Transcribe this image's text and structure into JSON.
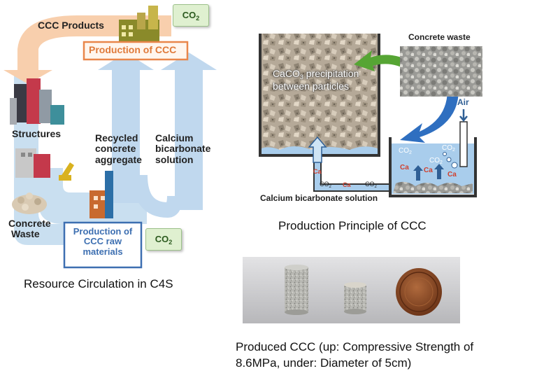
{
  "left_diagram": {
    "ccc_products": "CCC Products",
    "production_of_ccc": "Production of CCC",
    "co2_top": "CO",
    "co2_top_sub": "2",
    "structures": "Structures",
    "recycled_line1": "Recycled",
    "recycled_line2": "concrete",
    "recycled_line3": "aggregate",
    "calcium_line1": "Calcium",
    "calcium_line2": "bicarbonate",
    "calcium_line3": "solution",
    "concrete_line1": "Concrete",
    "concrete_line2": "Waste",
    "raw_line1": "Production of",
    "raw_line2": "CCC raw",
    "raw_line3": "materials",
    "co2_bottom": "CO",
    "co2_bottom_sub": "2",
    "caption": "Resource Circulation in C4S"
  },
  "right_diagram": {
    "concrete_waste": "Concrete waste",
    "precip_line1": "CaCO",
    "precip_sub": "3",
    "precip_line1b": " precipitation",
    "precip_line2": "between particles",
    "air": "Air",
    "calcium_bicarbonate_solution": "Calcium bicarbonate solution",
    "ca_label": "Ca",
    "co2_label": "CO",
    "co2_sub": "2",
    "caption": "Production Principle of CCC"
  },
  "photo_caption": {
    "line1": "Produced CCC (up: Compressive Strength of",
    "line2": "8.6MPa, under: Diameter of 5cm)"
  },
  "colors": {
    "arrow_blue": "#bcd6ec",
    "arrow_orange": "#f6c9a6",
    "box_orange": "#e9864a",
    "box_blue": "#3d6fb1",
    "co2_green": "#dff0d0",
    "water_blue": "#a9cdec",
    "coin_bronze": "#8b4a28"
  }
}
